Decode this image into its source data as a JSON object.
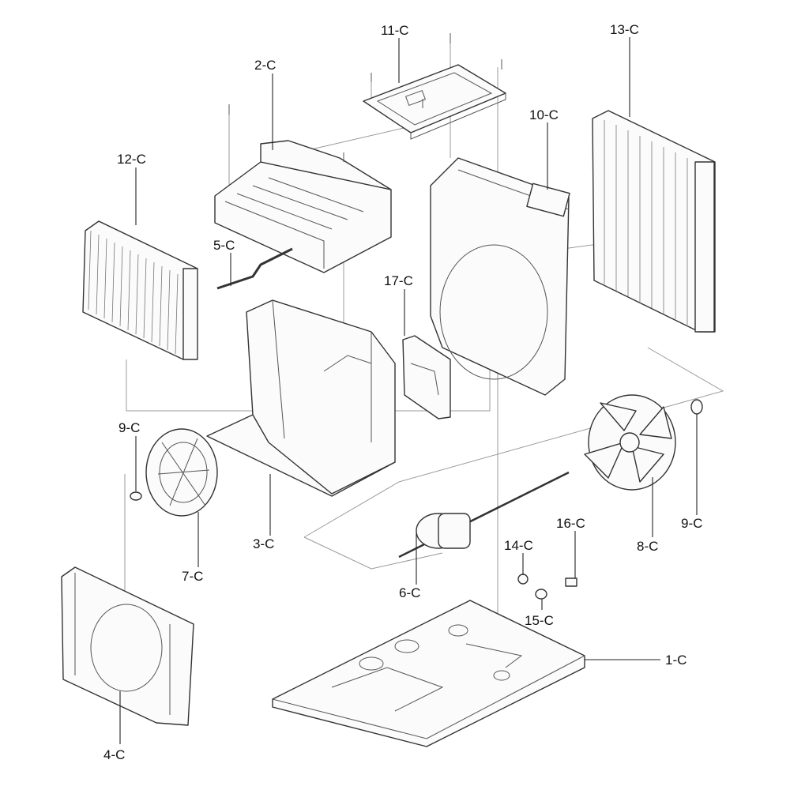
{
  "labels": {
    "c1": "1-C",
    "c2": "2-C",
    "c3": "3-C",
    "c4": "4-C",
    "c5": "5-C",
    "c6": "6-C",
    "c7": "7-C",
    "c8": "8-C",
    "c9a": "9-C",
    "c9b": "9-C",
    "c10": "10-C",
    "c11": "11-C",
    "c12": "12-C",
    "c13": "13-C",
    "c14": "14-C",
    "c15": "15-C",
    "c16": "16-C",
    "c17": "17-C"
  }
}
